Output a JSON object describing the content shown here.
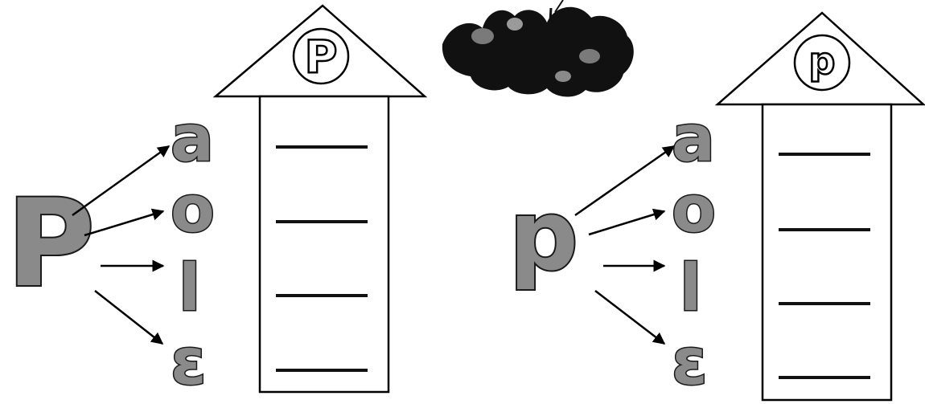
{
  "panels": [
    {
      "id": "uppercase",
      "source_letter": "P",
      "roof_letter": "P",
      "vowels": [
        "a",
        "o",
        "l",
        "ɛ"
      ]
    },
    {
      "id": "lowercase",
      "source_letter": "p",
      "roof_letter": "p",
      "vowels": [
        "a",
        "o",
        "l",
        "ɛ"
      ]
    }
  ],
  "illustration": {
    "icon": "birds-illustration"
  }
}
